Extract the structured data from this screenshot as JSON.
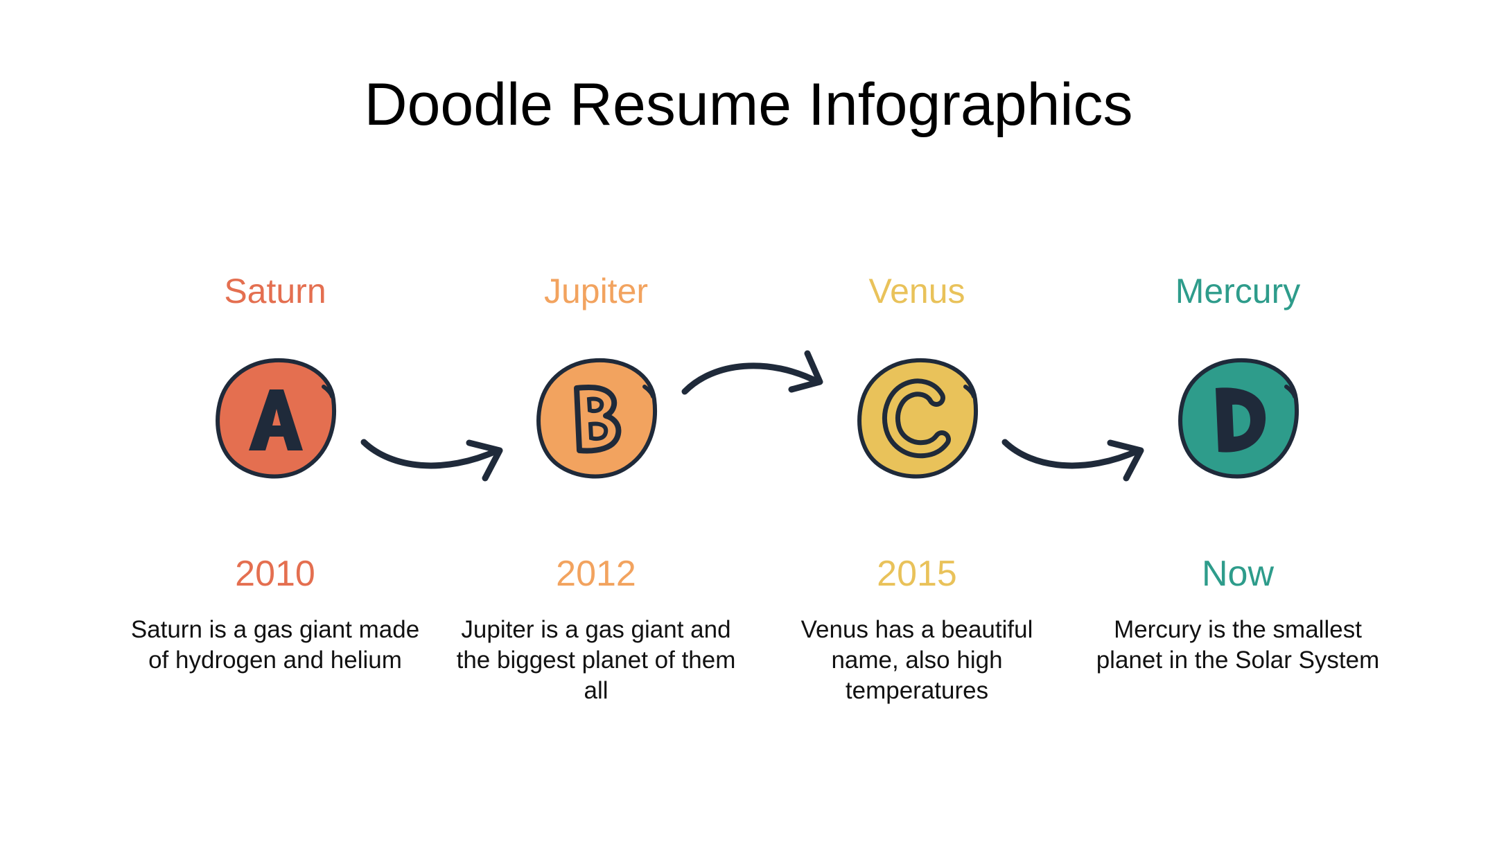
{
  "title": "Doodle Resume Infographics",
  "colors": {
    "outline": "#1f2a3a",
    "saturn": "#e46f50",
    "jupiter": "#f2a35f",
    "venus": "#e9c25a",
    "mercury": "#2e9c8b"
  },
  "steps": [
    {
      "name": "Saturn",
      "letter": "A",
      "year": "2010",
      "description": "Saturn is a gas giant made of hydrogen and helium",
      "color": "#e46f50"
    },
    {
      "name": "Jupiter",
      "letter": "B",
      "year": "2012",
      "description": "Jupiter is a gas giant and the biggest planet of them all",
      "color": "#f2a35f"
    },
    {
      "name": "Venus",
      "letter": "C",
      "year": "2015",
      "description": "Venus has a beautiful name, also high temperatures",
      "color": "#e9c25a"
    },
    {
      "name": "Mercury",
      "letter": "D",
      "year": "Now",
      "description": "Mercury is the smallest planet in the Solar System",
      "color": "#2e9c8b"
    }
  ]
}
